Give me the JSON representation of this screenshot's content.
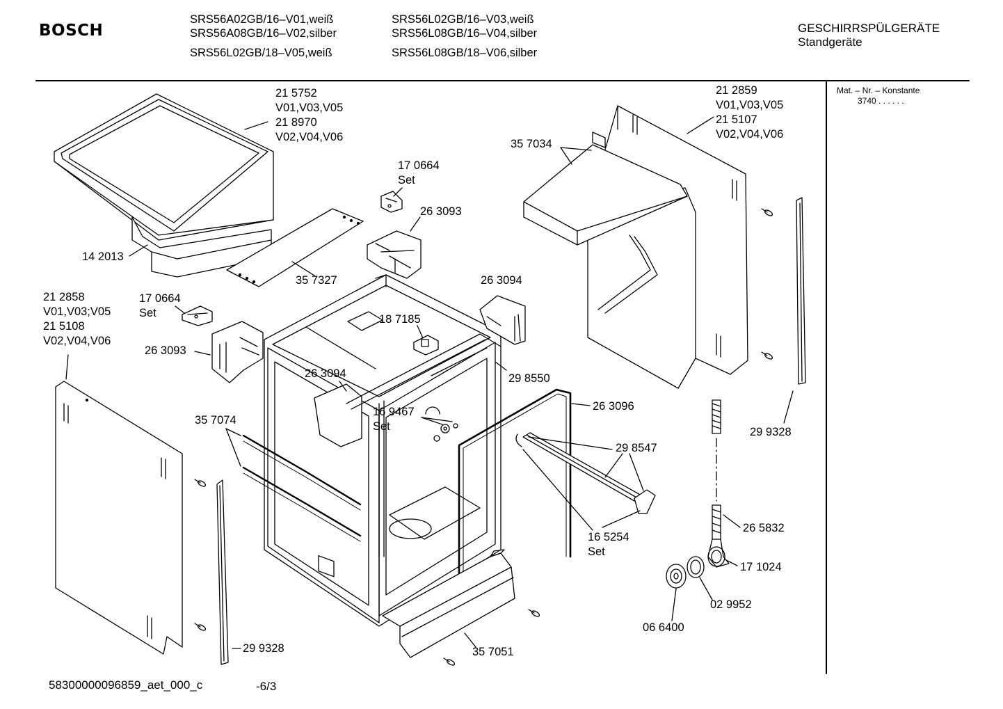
{
  "header": {
    "brand": "BOSCH",
    "models_col1": [
      "SRS56A02GB/16–V01,weiß",
      "SRS56A08GB/16–V02,silber",
      "SRS56L02GB/18–V05,weiß"
    ],
    "models_col2": [
      "SRS56L02GB/16–V03,weiß",
      "SRS56L08GB/16–V04,silber",
      "SRS56L08GB/18–V06,silber"
    ],
    "category_line1": "GESCHIRRSPÜLGERÄTE",
    "category_line2": "Standgeräte"
  },
  "sidebar": {
    "mat_label": "Mat. – Nr. – Konstante",
    "mat_value": "3740 . . . . . ."
  },
  "callouts": [
    {
      "id": "top-cover",
      "lines": [
        "21 5752",
        "V01,V03,V05",
        "21 8970",
        "V02,V04,V06"
      ]
    },
    {
      "id": "right-panel",
      "lines": [
        "21 2859",
        "V01,V03,V05",
        "21 5107",
        "V02,V04,V06"
      ]
    },
    {
      "id": "hinge-top",
      "lines": [
        "17 0664",
        "Set"
      ]
    },
    {
      "id": "bracket-top",
      "lines": [
        "26 3093"
      ]
    },
    {
      "id": "top-tray",
      "lines": [
        "35 7034"
      ]
    },
    {
      "id": "foot-top",
      "lines": [
        "14 2013"
      ]
    },
    {
      "id": "strip",
      "lines": [
        "35 7327"
      ]
    },
    {
      "id": "bracket-right",
      "lines": [
        "26 3094"
      ]
    },
    {
      "id": "left-panel",
      "lines": [
        "21 2858",
        "V01,V03;V05",
        "21 5108",
        "V02,V04,V06"
      ]
    },
    {
      "id": "hinge-left",
      "lines": [
        "17 0664",
        "Set"
      ]
    },
    {
      "id": "lock",
      "lines": [
        "18 7185"
      ]
    },
    {
      "id": "bracket-left",
      "lines": [
        "26 3093"
      ]
    },
    {
      "id": "bracket-mid",
      "lines": [
        "26 3094"
      ]
    },
    {
      "id": "seal",
      "lines": [
        "29 8550"
      ]
    },
    {
      "id": "gasket",
      "lines": [
        "26 3096"
      ]
    },
    {
      "id": "valve",
      "lines": [
        "16 9467",
        "Set"
      ]
    },
    {
      "id": "rails",
      "lines": [
        "35 7074"
      ]
    },
    {
      "id": "strip-right",
      "lines": [
        "29 9328"
      ]
    },
    {
      "id": "runners",
      "lines": [
        "29 8547"
      ]
    },
    {
      "id": "runner-set",
      "lines": [
        "16 5254",
        "Set"
      ]
    },
    {
      "id": "hose",
      "lines": [
        "26 5832"
      ]
    },
    {
      "id": "elbow",
      "lines": [
        "17 1024"
      ]
    },
    {
      "id": "ring",
      "lines": [
        "02 9952"
      ]
    },
    {
      "id": "nut",
      "lines": [
        "06 6400"
      ]
    },
    {
      "id": "strip-left",
      "lines": [
        "29 9328"
      ]
    },
    {
      "id": "kickplate",
      "lines": [
        "35 7051"
      ]
    }
  ],
  "footer": {
    "doc_id": "58300000096859_aet_000_c",
    "page": "-6/3"
  }
}
